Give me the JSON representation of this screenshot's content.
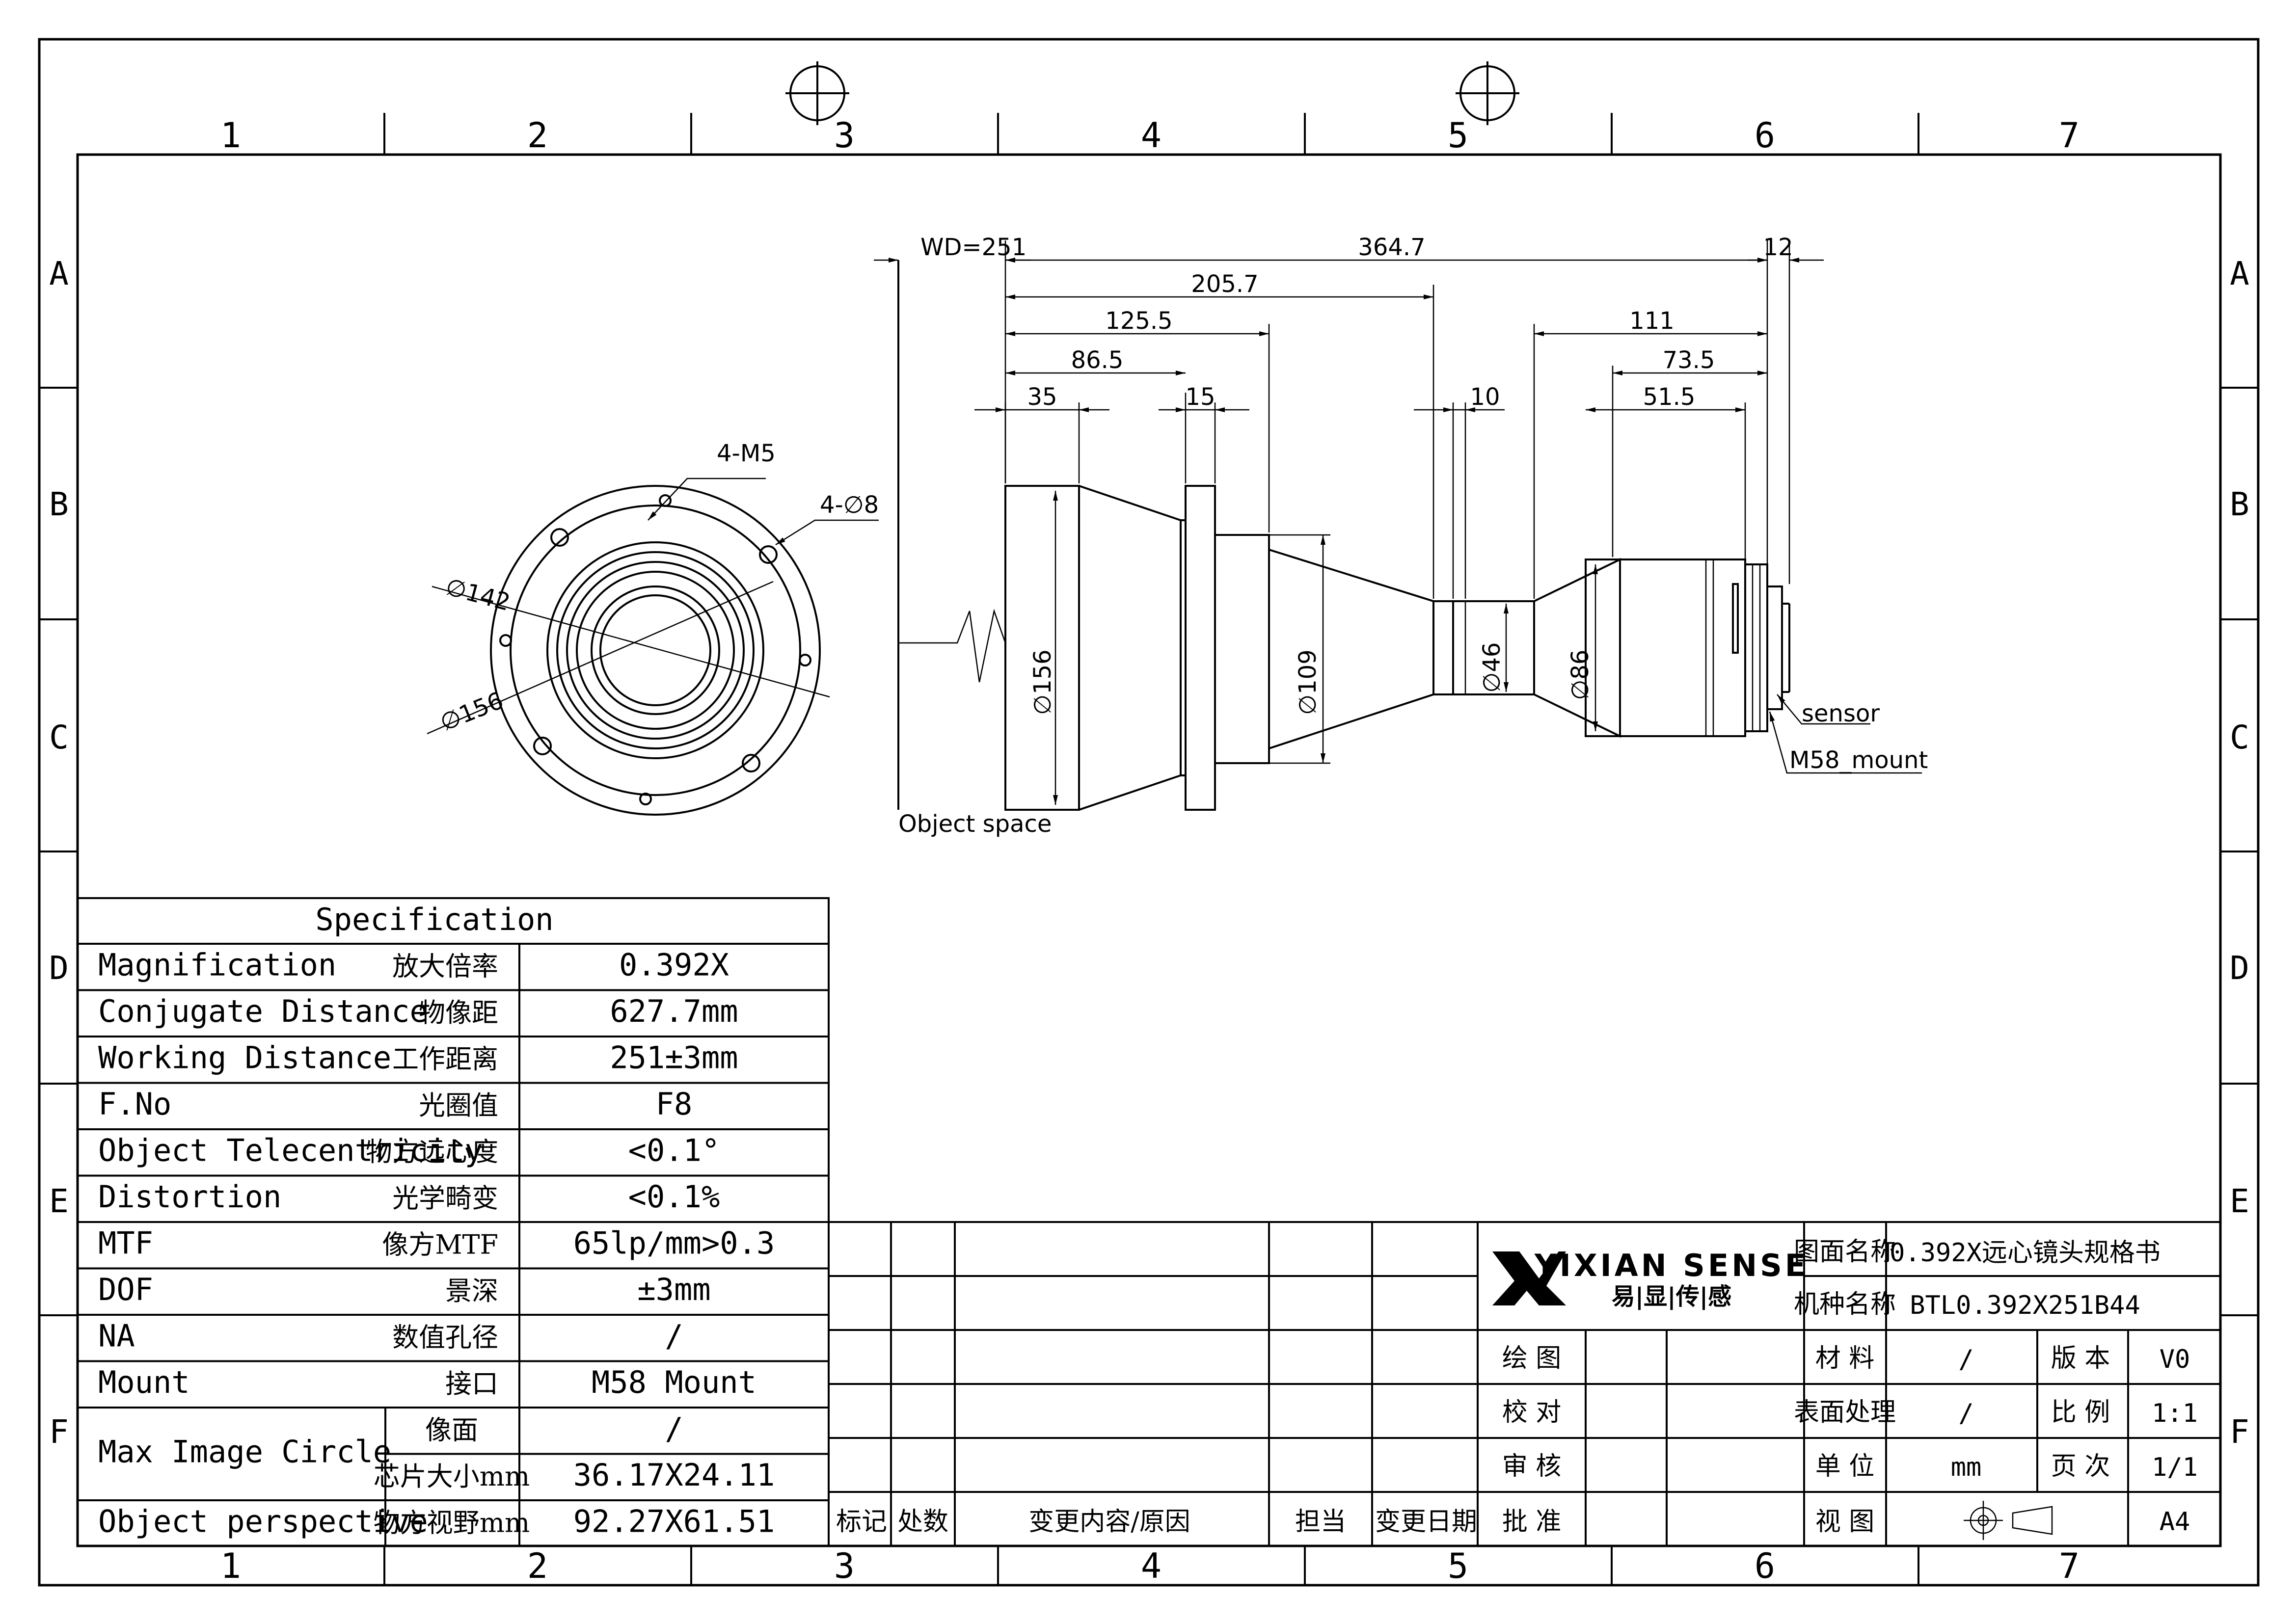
{
  "frame": {
    "columns": [
      "1",
      "2",
      "3",
      "4",
      "5",
      "6",
      "7"
    ],
    "rows": [
      "A",
      "B",
      "C",
      "D",
      "E",
      "F"
    ]
  },
  "front_view": {
    "labels": {
      "holes_m5": "4-M5",
      "holes_d8": "4-∅8",
      "dia_142": "∅142",
      "dia_156": "∅156"
    }
  },
  "side_view": {
    "horizontal_dims": {
      "wd": "WD=251",
      "total": "364.7",
      "sensor_gap": "12",
      "d205": "205.7",
      "d125": "125.5",
      "d86": "86.5",
      "d35": "35",
      "d15": "15",
      "d10": "10",
      "d111": "111",
      "d73": "73.5",
      "d51": "51.5"
    },
    "vertical_dims": {
      "d156": "∅156",
      "d109": "∅109",
      "d46": "∅46",
      "d86": "∅86"
    },
    "callouts": {
      "object_space": "Object space",
      "sensor": "sensor",
      "mount": "M58_mount"
    }
  },
  "spec_table": {
    "title": "Specification",
    "rows": [
      {
        "en": "Magnification",
        "cn": "放大倍率",
        "value": "0.392X"
      },
      {
        "en": "Conjugate Distance",
        "cn": "物像距",
        "value": "627.7mm"
      },
      {
        "en": "Working Distance",
        "cn": "工作距离",
        "value": "251±3mm"
      },
      {
        "en": "F.No",
        "cn": "光圈值",
        "value": "F8"
      },
      {
        "en": "Object Telecentricity",
        "cn": "物方远心度",
        "value": "<0.1°"
      },
      {
        "en": "Distortion",
        "cn": "光学畸变",
        "value": "<0.1%"
      },
      {
        "en": "MTF",
        "cn": "像方MTF",
        "value": "65lp/mm>0.3"
      },
      {
        "en": "DOF",
        "cn": "景深",
        "value": "±3mm"
      },
      {
        "en": "NA",
        "cn": "数值孔径",
        "value": "/"
      },
      {
        "en": "Mount",
        "cn": "接口",
        "value": "M58 Mount"
      }
    ],
    "image_circle": {
      "en": "Max Image Circle",
      "sub1_cn": "像面",
      "sub1_value": "/",
      "sub2_cn": "芯片大小mm",
      "sub2_value": "36.17X24.11"
    },
    "perspective": {
      "en": "Object perspective",
      "cn": "物方视野mm",
      "value": "92.27X61.51"
    }
  },
  "title_block": {
    "revision_headers": [
      "标记",
      "处数",
      "变更内容/原因",
      "担当",
      "变更日期"
    ],
    "brand": "YIXIAN SENSE",
    "brand_cn": "易|显|传|感",
    "drawing_name_label": "图面名称",
    "drawing_name": "0.392X远心镜头规格书",
    "model_label": "机种名称",
    "model": "BTL0.392X251B44",
    "sign_labels": [
      "绘 图",
      "校 对",
      "审 核",
      "批 准"
    ],
    "material_label": "材 料",
    "material": "/",
    "version_label": "版 本",
    "version": "V0",
    "surface_label": "表面处理",
    "surface": "/",
    "scale_label": "比 例",
    "scale": "1:1",
    "unit_label": "单 位",
    "unit": "mm",
    "page_label": "页 次",
    "page": "1/1",
    "view_label": "视 图",
    "sheet": "A4"
  }
}
